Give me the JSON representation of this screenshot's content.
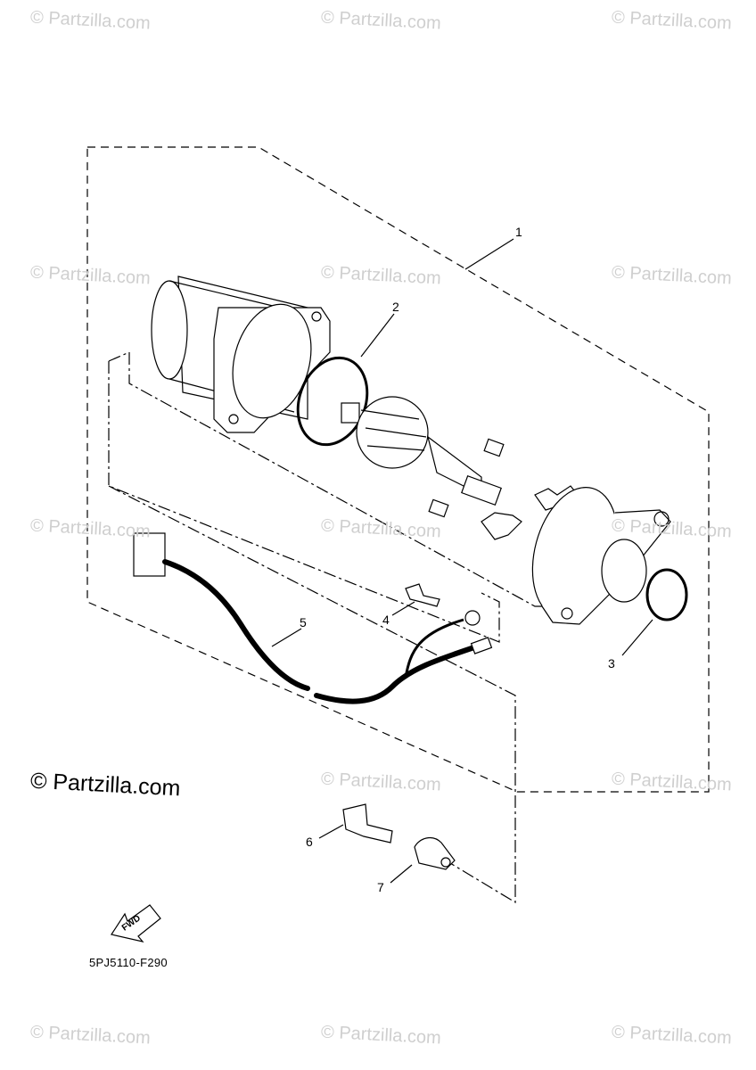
{
  "watermark_text": "© Partzilla.com",
  "copyright_text": "© Partzilla.com",
  "diagram_code": "5PJ5110-F290",
  "fwd_label": "FWD",
  "callouts": [
    "1",
    "2",
    "3",
    "4",
    "5",
    "6",
    "7"
  ]
}
